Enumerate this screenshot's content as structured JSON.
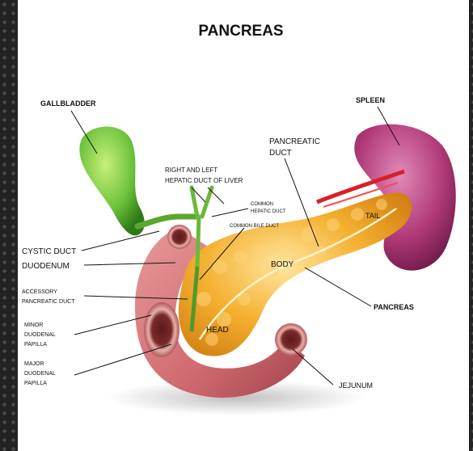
{
  "title": "PANCREAS",
  "labels": {
    "gallbladder": "GALLBLADDER",
    "spleen": "SPLEEN",
    "pancreatic_duct_1": "PANCREATIC",
    "pancreatic_duct_2": "DUCT",
    "hepatic_duct_1": "RIGHT AND LEFT",
    "hepatic_duct_2": "HEPATIC DUCT OF LIVER",
    "common_hepatic_1": "COMMON",
    "common_hepatic_2": "HEPATIC DUCT",
    "common_bile_duct": "COMMON BILE DUCT",
    "tail": "TAIL",
    "cystic_duct": "CYSTIC DUCT",
    "duodenum": "DUODENUM",
    "body": "BODY",
    "accessory_1": "ACCESSORY",
    "accessory_2": "PANCREATIC DUCT",
    "pancreas": "PANCREAS",
    "minor_1": "MINOR",
    "minor_2": "DUODENAL",
    "minor_3": "PAPILLA",
    "head": "HEAD",
    "major_1": "MAJOR",
    "major_2": "DUODENAL",
    "major_3": "PAPILLA",
    "jejunum": "JEJUNUM"
  },
  "colors": {
    "gallbladder": "#6cc23a",
    "spleen": "#b23a7a",
    "pancreas": "#f2a21a",
    "duodenum": "#d9767a",
    "artery": "#d8202a"
  }
}
